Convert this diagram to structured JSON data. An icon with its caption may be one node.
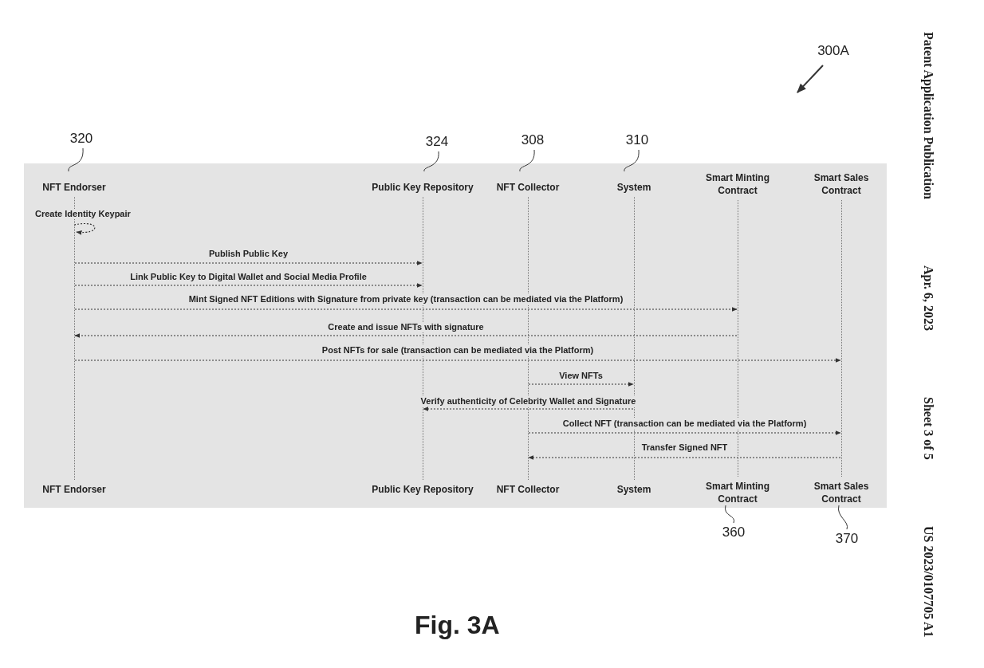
{
  "diagram": {
    "caption": "Fig. 3A",
    "nodes": [
      {
        "text": [
          "NFT Endorser",
          "NFT Endorser"
        ]
      },
      {
        "text": [
          "Public Key Repository",
          "Public Key Repository"
        ]
      },
      {
        "text": [
          "NFT Collector",
          "NFT Collector"
        ]
      },
      {
        "text": [
          "System",
          "System"
        ]
      },
      {
        "text": [
          "Smart Minting Contract",
          "Smart Minting Contract"
        ]
      },
      {
        "text": [
          "Smart Sales Contract",
          "Smart Sales Contract"
        ]
      },
      {
        "text": [
          "320"
        ]
      },
      {
        "text": [
          "324"
        ]
      },
      {
        "text": [
          "308"
        ]
      },
      {
        "text": [
          "310"
        ]
      },
      {
        "text": [
          "360"
        ]
      },
      {
        "text": [
          "370"
        ]
      },
      {
        "text": [
          "300A"
        ]
      }
    ],
    "edges": [
      {
        "from": 6,
        "to": 0,
        "arrow": "none"
      },
      {
        "from": 7,
        "to": 1,
        "arrow": "none"
      },
      {
        "from": 8,
        "to": 2,
        "arrow": "none"
      },
      {
        "from": 9,
        "to": 3,
        "arrow": "none"
      },
      {
        "from": 10,
        "to": 4,
        "arrow": "none"
      },
      {
        "from": 11,
        "to": 5,
        "arrow": "none"
      },
      {
        "from": 12,
        "to": null,
        "arrow": "to"
      },
      {
        "from": 0,
        "to": 0,
        "arrow": "to",
        "label": "Create Identity Keypair",
        "style": "dashed"
      },
      {
        "from": 0,
        "to": 1,
        "arrow": "to",
        "label": "Publish Public Key",
        "style": "dashed"
      },
      {
        "from": 0,
        "to": 1,
        "arrow": "to",
        "label": "Link Public Key to Digital Wallet and Social Media Profile",
        "style": "dashed"
      },
      {
        "from": 0,
        "to": 4,
        "arrow": "to",
        "label": "Mint Signed NFT Editions with Signature from private key (transaction can be mediated via the Platform)",
        "style": "dashed"
      },
      {
        "from": 4,
        "to": 0,
        "arrow": "to",
        "label": "Create and issue NFTs with signature",
        "style": "dashed"
      },
      {
        "from": 0,
        "to": 5,
        "arrow": "to",
        "label": "Post NFTs for sale (transaction can be mediated via the Platform)",
        "style": "dashed"
      },
      {
        "from": 2,
        "to": 3,
        "arrow": "to",
        "label": "View NFTs",
        "style": "dashed"
      },
      {
        "from": 3,
        "to": 1,
        "arrow": "to",
        "label": "Verify authenticity of Celebrity Wallet and Signature",
        "style": "dashed"
      },
      {
        "from": 2,
        "to": 5,
        "arrow": "to",
        "label": "Collect NFT (transaction can be mediated via the Platform)",
        "style": "dashed"
      },
      {
        "from": 5,
        "to": 2,
        "arrow": "to",
        "label": "Transfer Signed NFT",
        "style": "dashed"
      }
    ],
    "labels": [
      "Patent Application Publication",
      "Apr. 6, 2023",
      "Sheet 3 of 5",
      "US 2023/0107705 A1"
    ]
  }
}
